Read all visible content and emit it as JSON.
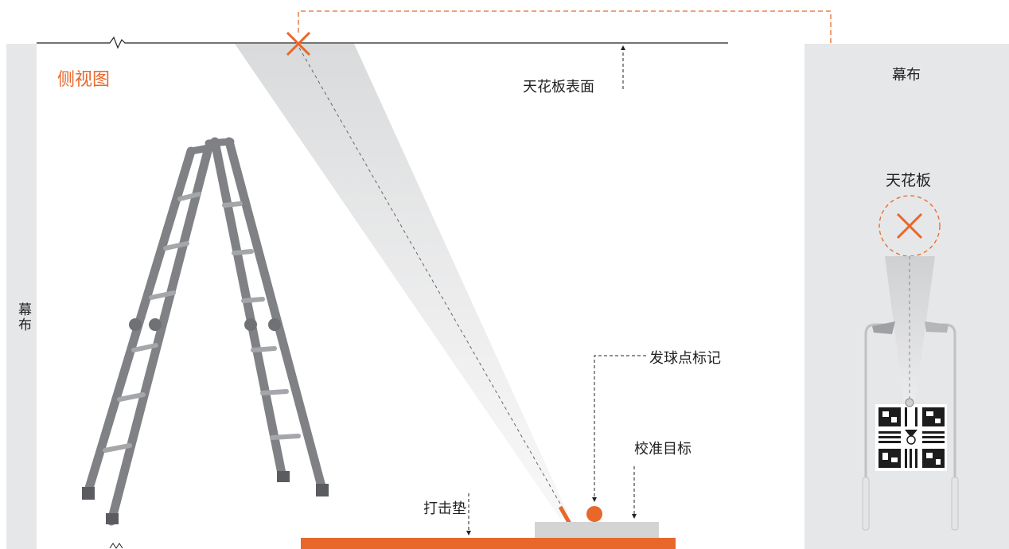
{
  "side_view": {
    "title": "侧视图",
    "left_screen_label": "幕布",
    "ceiling_surface_label": "天花板表面",
    "tee_marker_label": "发球点标记",
    "calibration_target_label": "校准目标",
    "hitting_mat_label": "打击垫"
  },
  "top_view": {
    "screen_label": "幕布",
    "ceiling_label": "天花板"
  },
  "colors": {
    "accent": "#e8672a",
    "screen_gray": "#e6e7e8",
    "ladder_gray": "#8d8f92",
    "target_gray": "#d4d4d4",
    "text": "#222222"
  }
}
